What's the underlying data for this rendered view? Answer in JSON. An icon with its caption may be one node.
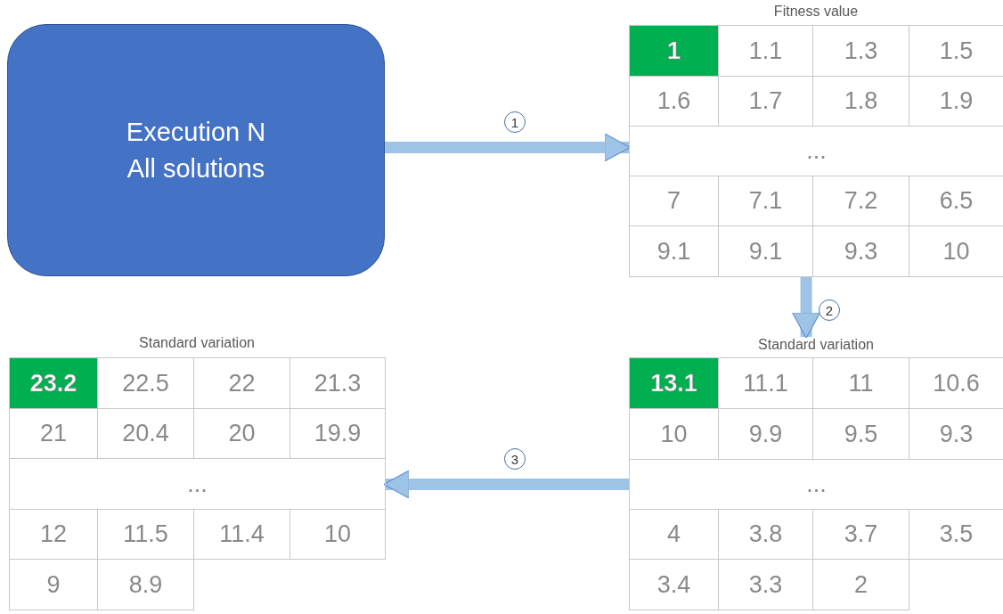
{
  "diagram": {
    "nodes": [
      {
        "text": [
          "Execution N All solutions"
        ]
      },
      {
        "text": [
          "Fitness value",
          "1",
          "1.1",
          "1.3",
          "1.5",
          "1.6",
          "1.7",
          "1.8",
          "1.9",
          "...",
          "7",
          "7.1",
          "7.2",
          "6.5",
          "9.1",
          "9.1",
          "9.3",
          "10"
        ]
      },
      {
        "text": [
          "Standard variation",
          "13.1",
          "11.1",
          "11",
          "10.6",
          "10",
          "9.9",
          "9.5",
          "9.3",
          "...",
          "4",
          "3.8",
          "3.7",
          "3.5",
          "3.4",
          "3.3",
          "2"
        ]
      },
      {
        "text": [
          "Standard variation",
          "23.2",
          "22.5",
          "22",
          "21.3",
          "21",
          "20.4",
          "20",
          "19.9",
          "...",
          "12",
          "11.5",
          "11.4",
          "10",
          "9",
          "8.9"
        ]
      }
    ],
    "edges": [
      {
        "from": 0,
        "to": 1,
        "arrow": "to",
        "label": "1"
      },
      {
        "from": 1,
        "to": 2,
        "arrow": "to",
        "label": "2"
      },
      {
        "from": 2,
        "to": 3,
        "arrow": "to",
        "label": "3"
      }
    ]
  }
}
